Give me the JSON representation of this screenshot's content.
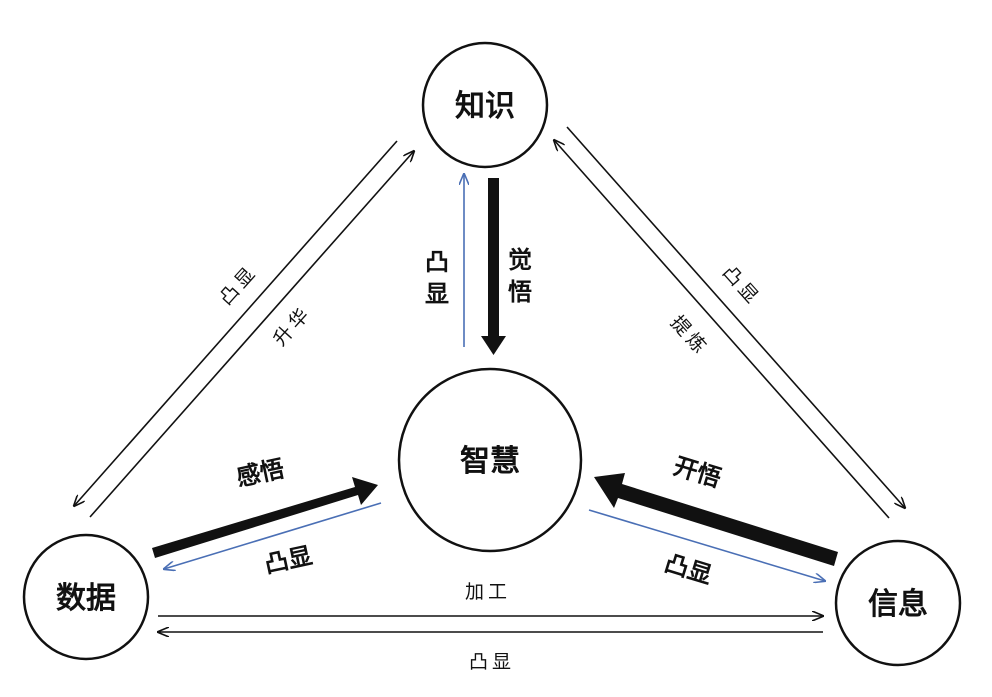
{
  "nodes": {
    "knowledge": "知识",
    "wisdom": "智慧",
    "data": "数据",
    "information": "信息"
  },
  "edges": {
    "data_to_knowledge": "升华",
    "knowledge_to_data": "凸显",
    "information_to_knowledge": "提炼",
    "knowledge_to_information": "凸显",
    "data_to_information": "加工",
    "information_to_data": "凸显",
    "knowledge_to_wisdom": "觉悟",
    "wisdom_to_knowledge": "凸显",
    "data_to_wisdom": "感悟",
    "wisdom_to_data": "凸显",
    "information_to_wisdom": "开悟",
    "wisdom_to_information": "凸显"
  },
  "colors": {
    "line": "#111111",
    "reveal": "#4a6fb5"
  }
}
